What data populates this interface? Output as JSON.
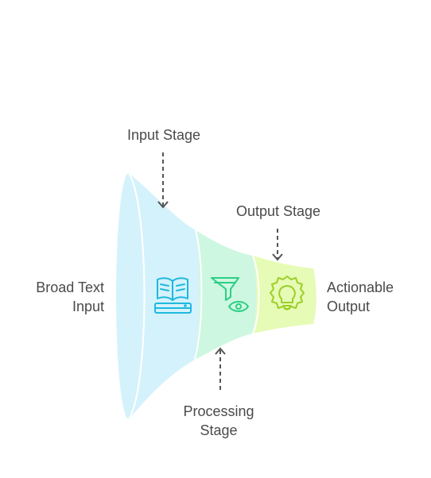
{
  "diagram": {
    "callouts": {
      "input_stage": "Input Stage",
      "output_stage": "Output Stage",
      "processing_stage": "Processing\nStage"
    },
    "sides": {
      "left": "Broad Text\nInput",
      "right": "Actionable\nOutput"
    },
    "icons": {
      "input": "book-icon",
      "processing": "filter-eye-icon",
      "output": "lightbulb-gear-icon"
    },
    "colors": {
      "input_fill": "#d4f2fb",
      "processing_fill": "#cdf7e0",
      "output_fill": "#e6fbb5",
      "input_icon": "#1fb8e0",
      "processing_icon": "#2dcf86",
      "output_icon": "#9ccf2a",
      "arrow": "#555555",
      "text": "#4a4a4a"
    }
  }
}
